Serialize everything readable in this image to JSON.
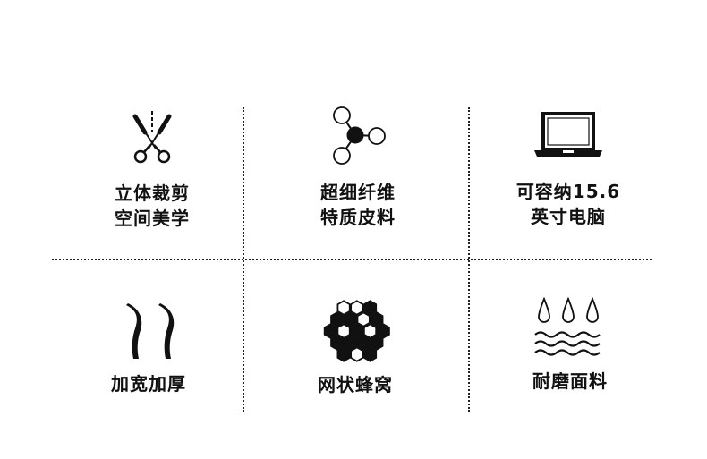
{
  "features": [
    {
      "icon": "scissors-icon",
      "line1": "立体裁剪",
      "line2": "空间美学"
    },
    {
      "icon": "molecule-icon",
      "line1": "超细纤维",
      "line2": "特质皮料"
    },
    {
      "icon": "laptop-icon",
      "line1": "可容纳15.6",
      "line2": "英寸电脑"
    },
    {
      "icon": "padding-icon",
      "line1": "加宽加厚",
      "line2": ""
    },
    {
      "icon": "honeycomb-icon",
      "line1": "网状蜂窝",
      "line2": ""
    },
    {
      "icon": "water-drops-icon",
      "line1": "耐磨面料",
      "line2": ""
    }
  ]
}
